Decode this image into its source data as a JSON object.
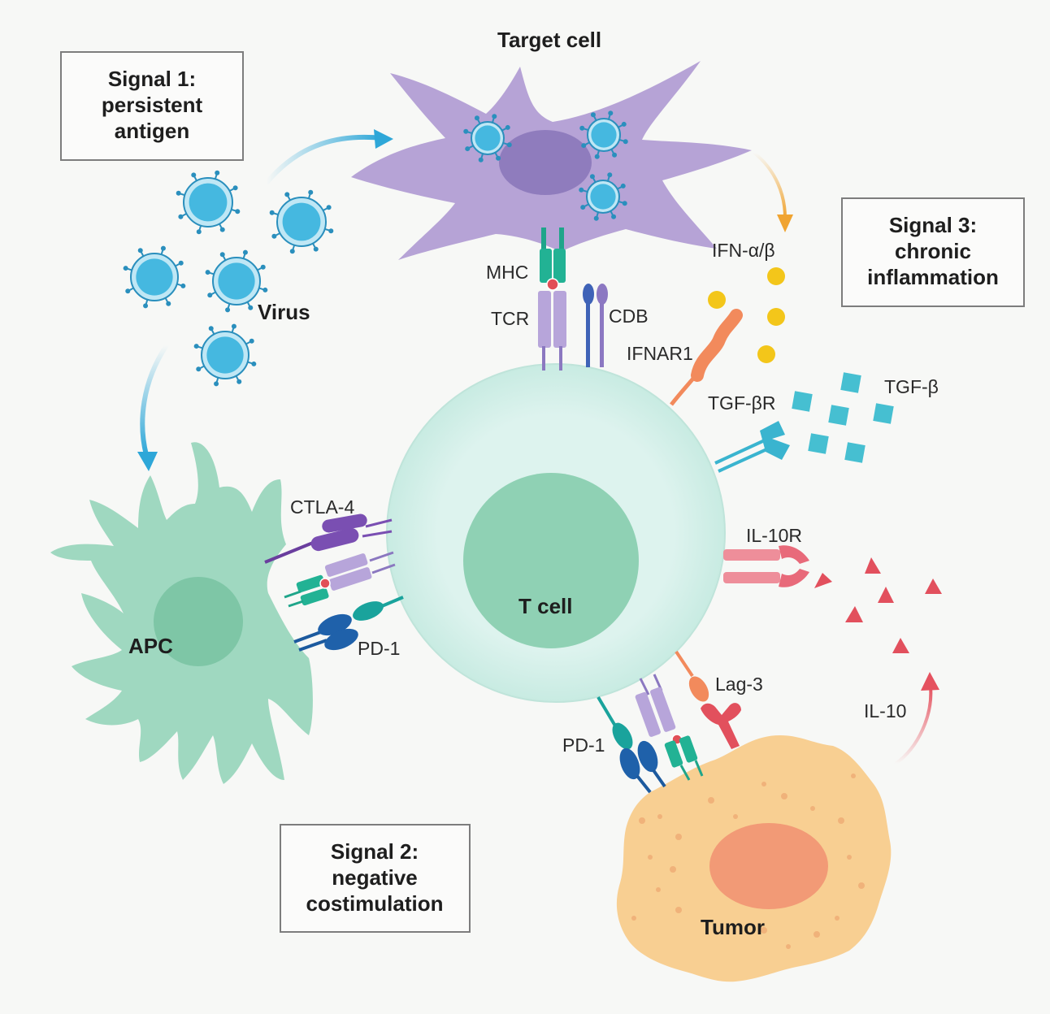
{
  "cells": {
    "target": "Target cell",
    "virus": "Virus",
    "apc": "APC",
    "tcell": "T cell",
    "tumor": "Tumor"
  },
  "signals": {
    "s1": [
      "Signal 1:",
      "persistent",
      "antigen"
    ],
    "s2": [
      "Signal 2:",
      "negative",
      "costimulation"
    ],
    "s3": [
      "Signal 3:",
      "chronic",
      "inflammation"
    ]
  },
  "labels": {
    "mhc": "MHC",
    "tcr": "TCR",
    "cd8": "CDB",
    "ifn": "IFN-α/β",
    "ifnar1": "IFNAR1",
    "tgfb": "TGF-β",
    "tgfbr": "TGF-βR",
    "il10r": "IL-10R",
    "il10": "IL-10",
    "ctla4": "CTLA-4",
    "pd1_apc": "PD-1",
    "pd1_tumor": "PD-1",
    "lag3": "Lag-3"
  },
  "colors": {
    "target_cell": "#b6a3d6",
    "target_nucleus": "#8f7cbd",
    "virus": "#45b8e0",
    "tcell": "#d9f1ec",
    "tcell_nucleus": "#8fd1b4",
    "apc": "#9fd8c0",
    "tumor": "#f8cf92",
    "tumor_nucleus": "#f29a76",
    "arrow_blue": "#2ea7d8",
    "arrow_orange": "#f0a431",
    "arrow_red": "#e5525f",
    "ifn_dot": "#f3c61a",
    "tgf_square": "#46bfd1",
    "il10_triangle": "#e2505d"
  }
}
